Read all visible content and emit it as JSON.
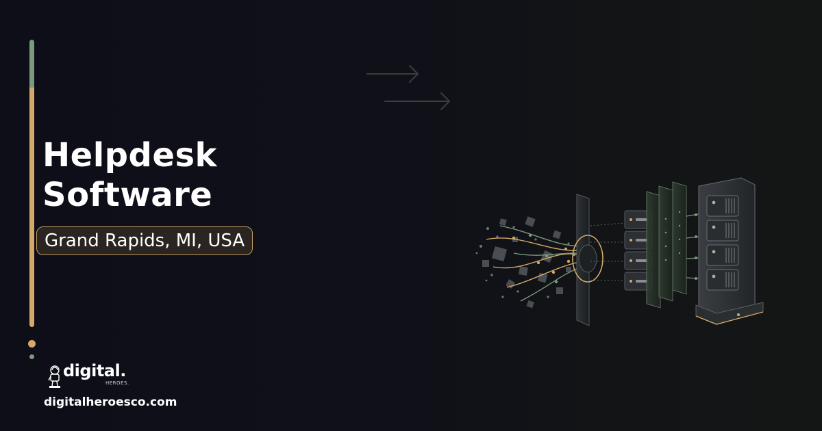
{
  "title": {
    "line1": "Helpdesk",
    "line2": "Software"
  },
  "location": "Grand Rapids, MI, USA",
  "brand": {
    "logo_text": "digital.",
    "logo_subtext": "HEROES.",
    "website": "digitalheroesco.com"
  },
  "colors": {
    "background": "#0f0f18",
    "accent_orange": "#d4a96a",
    "accent_green": "#7c9a7e",
    "text": "#ffffff"
  },
  "icons": {
    "logo_mark": "astronaut-icon",
    "arrows": "arrow-right-icon",
    "illustration": "data-server-pipeline-illustration"
  }
}
